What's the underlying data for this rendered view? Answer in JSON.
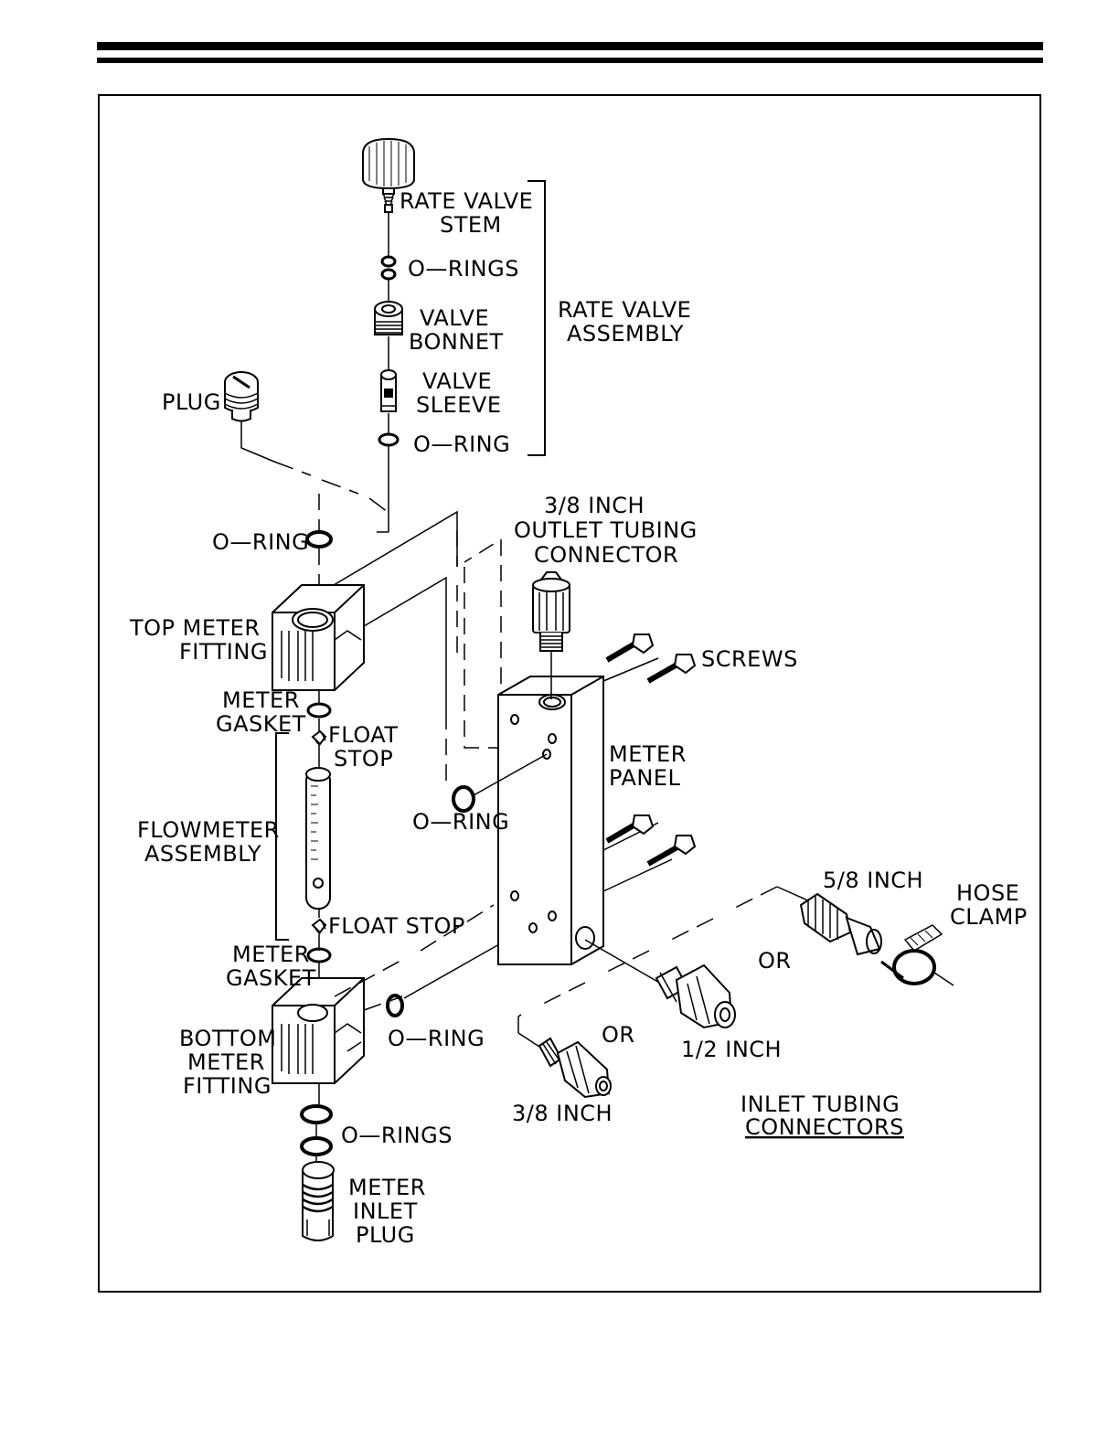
{
  "labels": {
    "rate_valve_stem": [
      "RATE VALVE",
      "STEM"
    ],
    "o_rings_top": "O—RINGS",
    "valve_bonnet": [
      "VALVE",
      "BONNET"
    ],
    "valve_sleeve": [
      "VALVE",
      "SLEEVE"
    ],
    "o_ring_valve": "O—RING",
    "rate_valve_assembly": [
      "RATE VALVE",
      "ASSEMBLY"
    ],
    "plug": "PLUG",
    "outlet_connector": [
      "3/8 INCH",
      "OUTLET TUBING",
      "CONNECTOR"
    ],
    "o_ring_top_fitting": "O—RING",
    "top_meter_fitting": [
      "TOP METER",
      "FITTING"
    ],
    "screws": "SCREWS",
    "meter_gasket_top": [
      "METER",
      "GASKET"
    ],
    "float_stop_top": [
      "FLOAT",
      "STOP"
    ],
    "meter_panel": [
      "METER",
      "PANEL"
    ],
    "o_ring_panel": "O—RING",
    "flowmeter_assembly": [
      "FLOWMETER",
      "ASSEMBLY"
    ],
    "float_stop_bottom": "FLOAT STOP",
    "five_eighths": "5/8 INCH",
    "hose_clamp": [
      "HOSE",
      "CLAMP"
    ],
    "meter_gasket_bottom": [
      "METER",
      "GASKET"
    ],
    "or_right": "OR",
    "bottom_meter_fitting": [
      "BOTTOM",
      "METER",
      "FITTING"
    ],
    "o_ring_bottom_fitting": "O—RING",
    "or_left": "OR",
    "half_inch": "1/2 INCH",
    "three_eighths": "3/8 INCH",
    "inlet_tubing_connectors": [
      "INLET TUBING",
      "CONNECTORS"
    ],
    "o_rings_bottom": "O—RINGS",
    "meter_inlet_plug": [
      "METER",
      "INLET",
      "PLUG"
    ]
  }
}
